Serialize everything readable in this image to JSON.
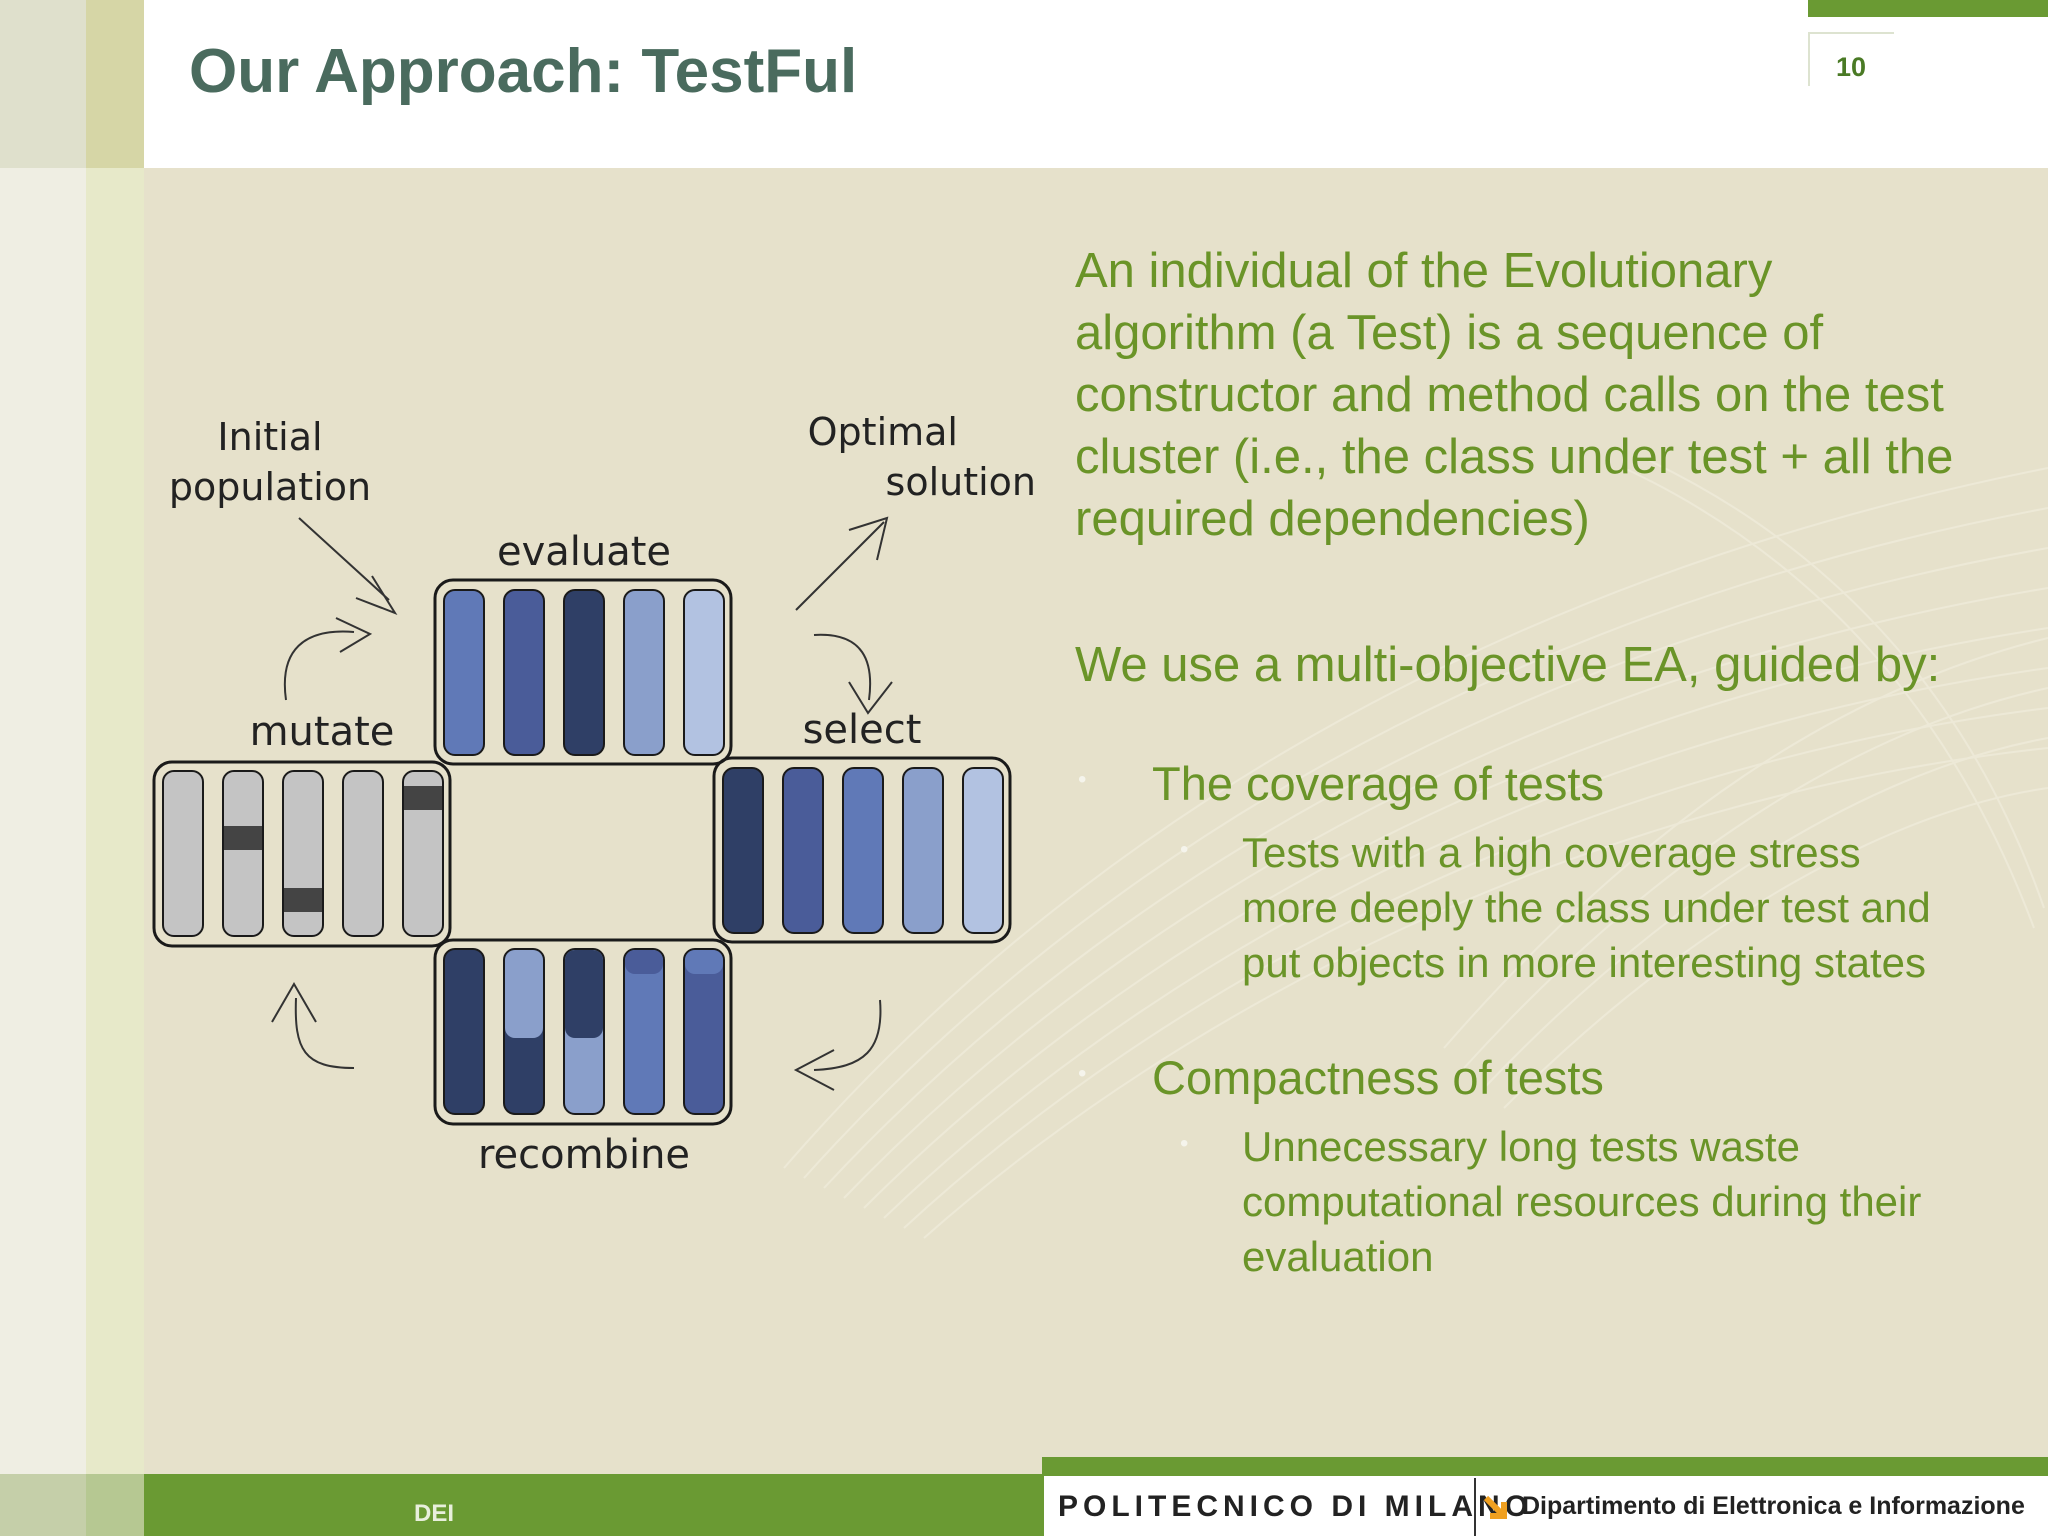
{
  "slide": {
    "title": "Our Approach: TestFul",
    "number": "10"
  },
  "diagram": {
    "initial_population_line1": "Initial",
    "initial_population_line2": "population",
    "optimal_solution_line1": "Optimal",
    "optimal_solution_line2": "solution",
    "evaluate": "evaluate",
    "select": "select",
    "mutate": "mutate",
    "recombine": "recombine"
  },
  "content": {
    "paragraph_lines": [
      "An individual of the Evolutionary",
      "algorithm (a Test) is a sequence of",
      "constructor and method calls on the test",
      "cluster (i.e., the class under test + all the",
      "required dependencies)"
    ],
    "intro": "We use a multi-objective EA, guided by:",
    "bullets": [
      {
        "label": "The coverage of tests",
        "sub_lines": [
          "Tests with a high coverage stress",
          "more deeply the class under test and",
          "put objects in more interesting states"
        ]
      },
      {
        "label": "Compactness of tests",
        "sub_lines": [
          "Unnecessary long tests waste",
          "computational resources during their",
          "evaluation"
        ]
      }
    ]
  },
  "footer": {
    "left_label": "DEI",
    "university": "POLITECNICO DI MILANO",
    "department": "Dipartimento di Elettronica e Informazione"
  },
  "colors": {
    "title": "#4a6b5e",
    "body_text": "#6a9428",
    "footer_green": "#6a9a33",
    "background": "#e6e1cb"
  }
}
